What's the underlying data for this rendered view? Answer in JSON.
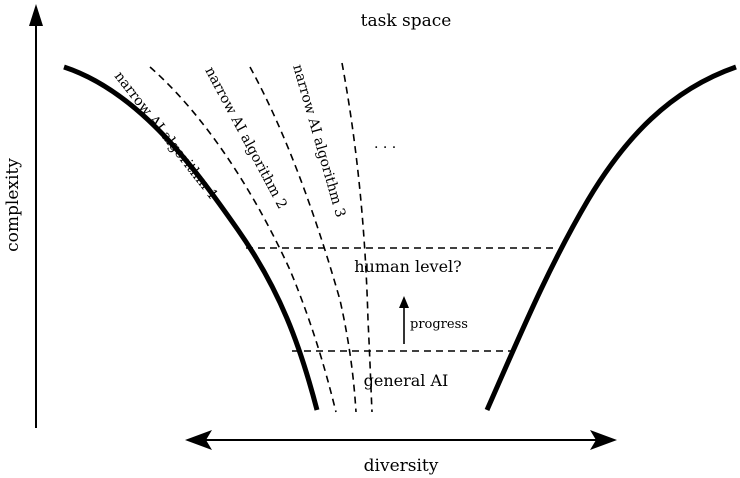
{
  "title": "task space",
  "axes": {
    "y_label": "complexity",
    "x_label": "diversity"
  },
  "narrow_algorithms": [
    "narrow AI algorithm 1",
    "narrow AI algorithm 2",
    "narrow AI algorithm 3"
  ],
  "ellipsis": ". . .",
  "levels": {
    "human": "human level?",
    "general": "general AI"
  },
  "progress_label": "progress",
  "colors": {
    "ink": "#000000",
    "background": "#ffffff"
  }
}
